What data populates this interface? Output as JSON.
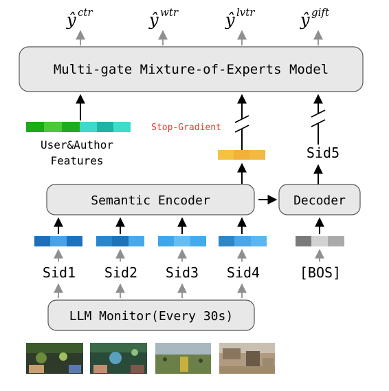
{
  "outputs": {
    "ctr": "ctr",
    "wtr": "wtr",
    "lvtr": "lvtr",
    "gift": "gift",
    "hat_symbol": "ŷ"
  },
  "mmoe": {
    "label": "Multi-gate Mixture-of-Experts Model"
  },
  "features": {
    "line1": "User&Author",
    "line2": "Features"
  },
  "stop_gradient": {
    "label": "Stop-Gradient",
    "color": "#e8392f"
  },
  "semantic_encoder": {
    "label": "Semantic Encoder"
  },
  "decoder": {
    "label": "Decoder"
  },
  "sid5": {
    "label": "Sid5"
  },
  "sids": [
    "Sid1",
    "Sid2",
    "Sid3",
    "Sid4"
  ],
  "bos": {
    "label": "[BOS]"
  },
  "monitor": {
    "label": "LLM Monitor(Every 30s)"
  },
  "colors": {
    "feature_green": [
      "#1aaa1a",
      "#4cc83a",
      "#22aa22"
    ],
    "feature_teal": [
      "#3fd8cc",
      "#1fb3a6",
      "#3fdccc"
    ],
    "orange_embed": [
      "#f5c242",
      "#f0b23a",
      "#f3b941"
    ],
    "sid1": [
      "#1c6fb8",
      "#4aa2e6",
      "#1b72bd"
    ],
    "sid2": [
      "#2a86cc",
      "#1c73b8",
      "#48a8ea"
    ],
    "sid3": [
      "#3fa6ea",
      "#66bdf2",
      "#44aaee"
    ],
    "sid4": [
      "#2f86c4",
      "#4aa6e6",
      "#5ab5f0"
    ],
    "bos": [
      "#7a7a7a",
      "#d2d2d2",
      "#aaaaaa"
    ],
    "box_fill": "#e8e8e8",
    "box_stroke": "#555555",
    "arrow_gray": "#999999"
  },
  "thumbnails": [
    {
      "name": "game-thumbnail-moba-1"
    },
    {
      "name": "game-thumbnail-moba-2"
    },
    {
      "name": "game-thumbnail-shooter-1"
    },
    {
      "name": "game-thumbnail-shooter-2"
    }
  ]
}
